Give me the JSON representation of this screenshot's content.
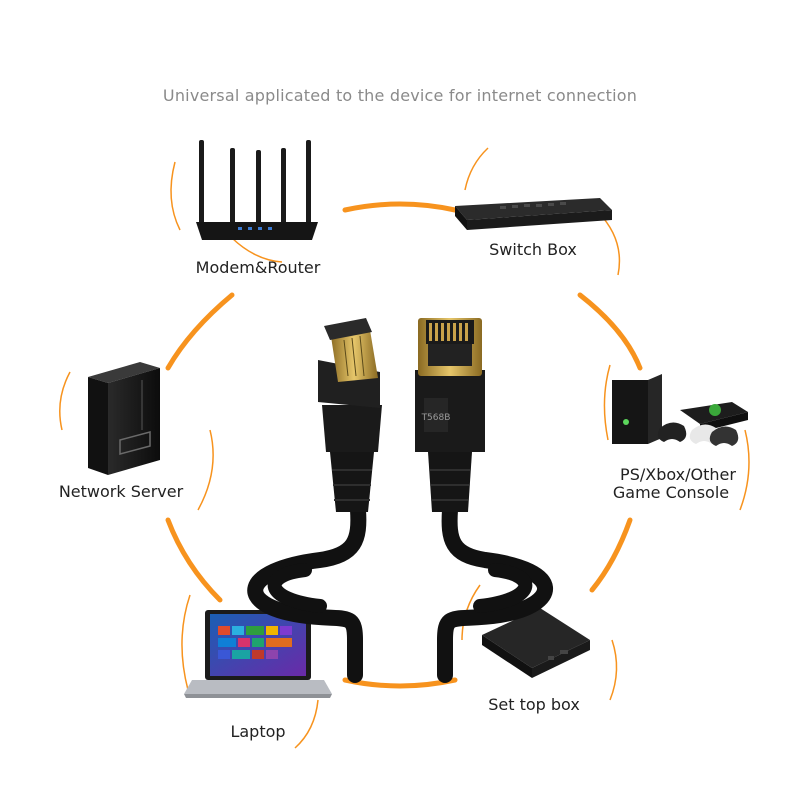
{
  "headline": "Universal applicated to the device for internet connection",
  "connector_print": "T568B",
  "devices": [
    {
      "id": "router",
      "label": "Modem&Router"
    },
    {
      "id": "switch",
      "label": "Switch Box"
    },
    {
      "id": "console",
      "label_lines": [
        "PS/Xbox/Other",
        "Game Console"
      ]
    },
    {
      "id": "server",
      "label": "Network Server"
    },
    {
      "id": "laptop",
      "label": "Laptop"
    },
    {
      "id": "settop",
      "label": "Set top box"
    }
  ],
  "colors": {
    "accent": "#f7931e",
    "cable": "#111111",
    "gold": "#c9a24a",
    "label": "#222222",
    "headline": "#8a8a8a"
  }
}
